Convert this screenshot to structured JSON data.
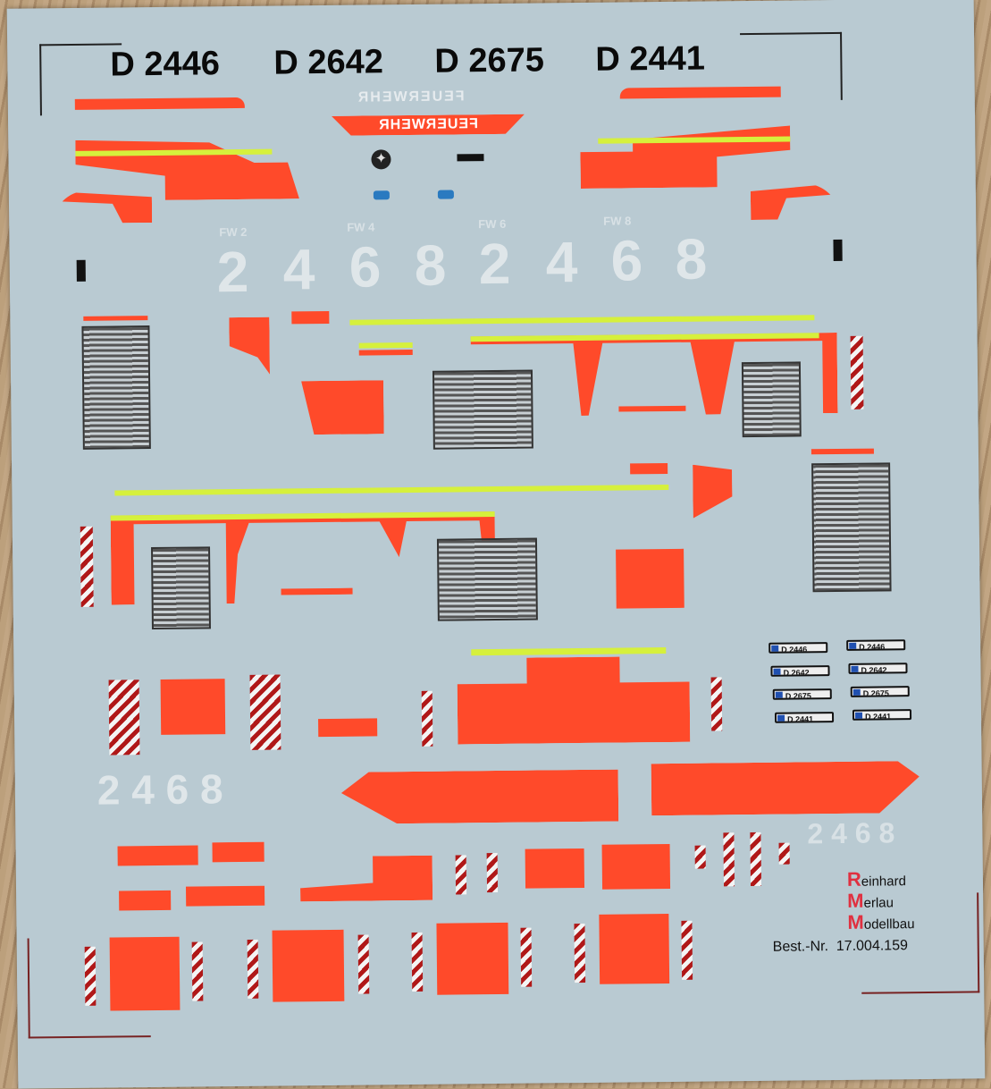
{
  "header": {
    "numbers": [
      "D 2446",
      "D 2642",
      "D 2675",
      "D 2441"
    ]
  },
  "labels": {
    "feuerwehr_top": "FEUERWEHR",
    "feuerwehr_banner": "FEUERWEHR"
  },
  "fw_labels": [
    "FW 2",
    "FW 4",
    "FW 6",
    "FW 8"
  ],
  "big_numbers": [
    "2",
    "4",
    "6",
    "8",
    "2",
    "4",
    "6",
    "8"
  ],
  "small_numbers_left": "2 4 6 8",
  "small_numbers_right": "2 4 6 8",
  "plates": [
    "D 2446",
    "D 2446",
    "D 2642",
    "D 2642",
    "D 2675",
    "D 2675",
    "D 2441",
    "D 2441"
  ],
  "brand": {
    "r": "R",
    "r_rest": "einhard",
    "m1": "M",
    "m1_rest": "erlau",
    "m2": "M",
    "m2_rest": "odellbau",
    "order": "Best.-Nr.  17.004.159"
  },
  "colors": {
    "sheet": "#b9cad2",
    "orange": "#ff4a2a",
    "yellow": "#d6f03c"
  }
}
